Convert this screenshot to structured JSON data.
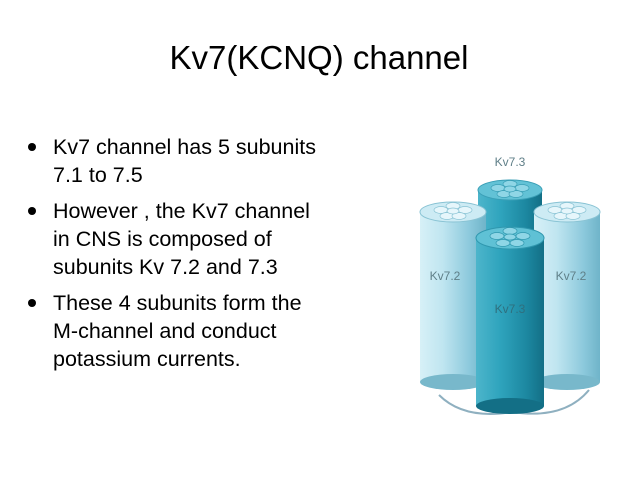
{
  "slide": {
    "title": "Kv7(KCNQ) channel",
    "bullets": [
      {
        "lines": [
          "Kv7 channel has 5 subunits",
          "7.1 to 7.5"
        ]
      },
      {
        "lines": [
          "However , the Kv7 channel",
          "in CNS is composed of",
          "subunits Kv 7.2 and 7.3"
        ]
      },
      {
        "lines": [
          "These 4 subunits form the",
          "M-channel and conduct",
          "potassium currents."
        ]
      }
    ]
  },
  "figure": {
    "labels": {
      "top": "Kv7.3",
      "left": "Kv7.2",
      "right": "Kv7.2",
      "front": "Kv7.3"
    },
    "colors": {
      "light_cylinder": "#a9d9e8",
      "dark_cylinder": "#2e9fb8",
      "label_text": "#5f7f88",
      "label_text_front": "#2f6f7e"
    }
  }
}
